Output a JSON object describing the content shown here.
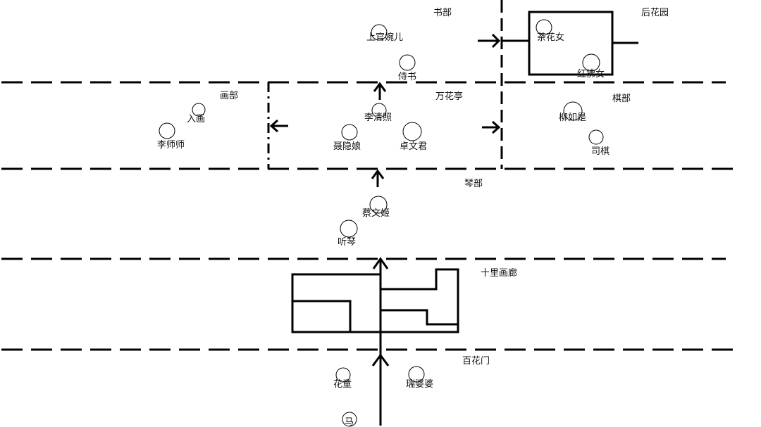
{
  "areas": {
    "shubu": "书部",
    "houhuayuan": "后花园",
    "huabu": "画部",
    "wanhuating": "万花亭",
    "qibu": "棋部",
    "qinbu": "琴部",
    "shilihualang": "十里画廊",
    "baihuamen": "百花门"
  },
  "characters": {
    "shangguanwaner": "上官婉儿",
    "shishu": "侍书",
    "chahuanv": "茶花女",
    "hongfunv": "红拂女",
    "ruhua": "入画",
    "lishishi": "李师师",
    "liqingzhao": "李清照",
    "nieyinniang": "聂隐娘",
    "zhuowenjun": "卓文君",
    "liurushi": "柳如是",
    "siqi": "司棋",
    "caiwenji": "蔡文姬",
    "tingqin": "听琴",
    "huatong": "花童",
    "ruipopo": "瑞婆婆",
    "ma": "马"
  },
  "style": {
    "line_color": "#000000",
    "background": "#ffffff"
  }
}
